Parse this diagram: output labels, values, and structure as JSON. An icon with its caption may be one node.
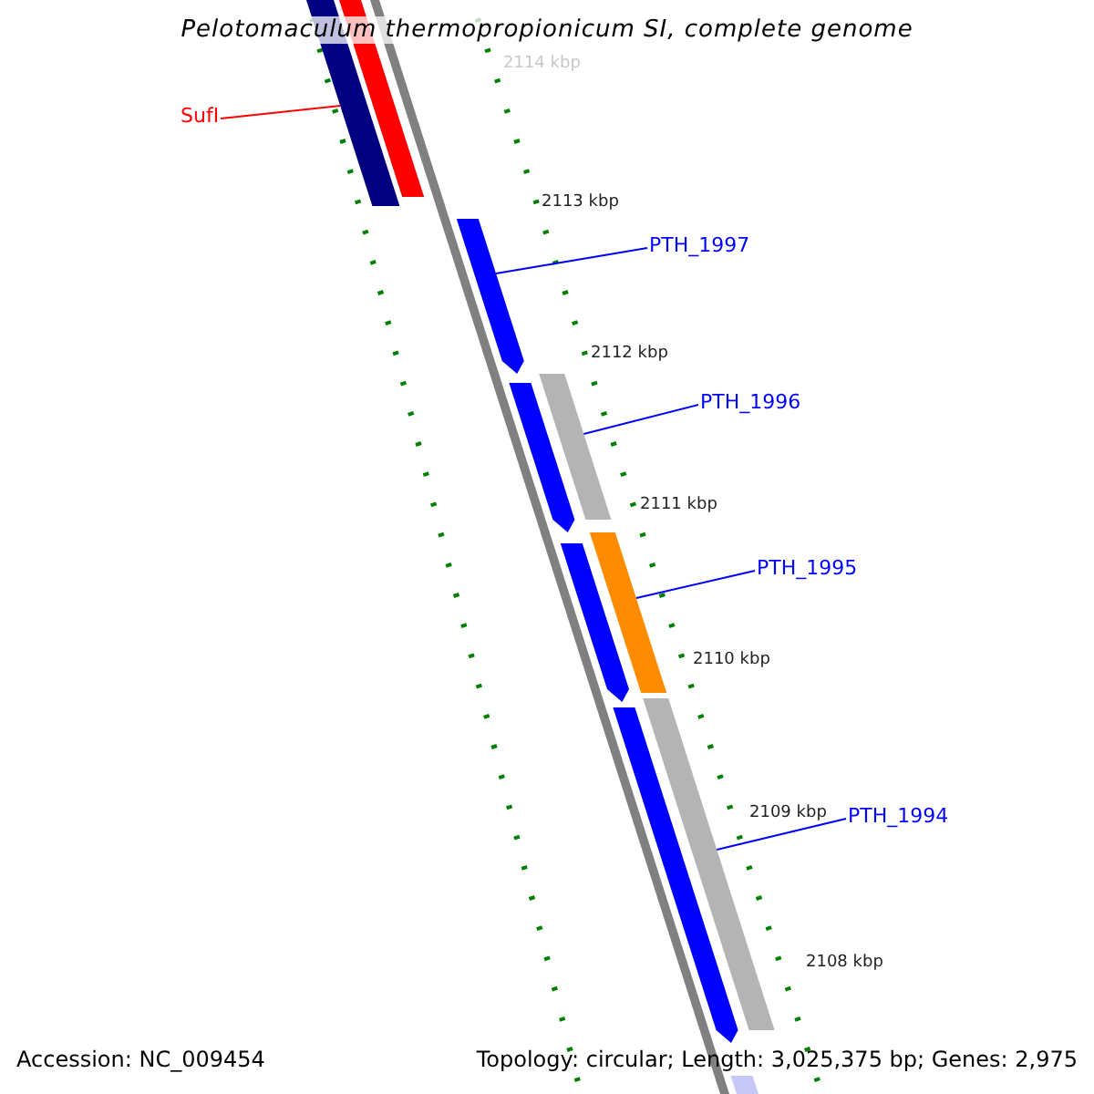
{
  "diagram": {
    "title": "Pelotomaculum thermopropionicum SI, complete genome",
    "nodes": [
      {
        "text": [
          "SufI"
        ]
      },
      {
        "text": [],
        "shape": "bar"
      },
      {
        "text": [],
        "shape": "bar"
      },
      {
        "text": [
          "PTH_1997"
        ]
      },
      {
        "text": [],
        "shape": "bar"
      },
      {
        "text": [
          "PTH_1996"
        ]
      },
      {
        "text": [],
        "shape": "bar"
      },
      {
        "text": [],
        "shape": "bar"
      },
      {
        "text": [
          "PTH_1995"
        ]
      },
      {
        "text": [],
        "shape": "bar"
      },
      {
        "text": [],
        "shape": "bar"
      },
      {
        "text": [
          "PTH_1994"
        ]
      },
      {
        "text": [],
        "shape": "bar"
      },
      {
        "text": [],
        "shape": "bar"
      },
      {
        "text": [],
        "shape": "bar"
      }
    ],
    "edges": [
      {
        "from": 0,
        "to": 1,
        "arrow": "none",
        "color": "#ff0000"
      },
      {
        "from": 3,
        "to": 4,
        "arrow": "none"
      },
      {
        "from": 5,
        "to": 7,
        "arrow": "none"
      },
      {
        "from": 8,
        "to": 10,
        "arrow": "none"
      },
      {
        "from": 11,
        "to": 13,
        "arrow": "none"
      }
    ],
    "labels": [
      "2114 kbp",
      "2113 kbp",
      "2112 kbp",
      "2111 kbp",
      "2110 kbp",
      "2109 kbp",
      "2108 kbp",
      "Accession: NC_009454",
      "Topology: circular; Length: 3,025,375 bp; Genes: 2,975"
    ]
  }
}
